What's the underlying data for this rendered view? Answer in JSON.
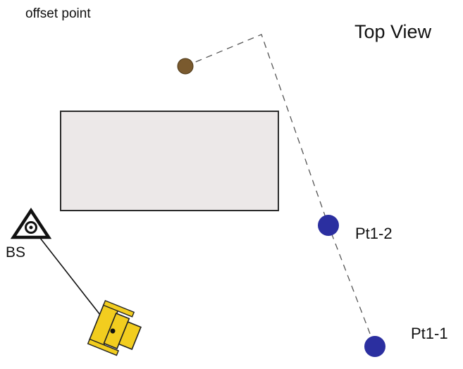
{
  "labels": {
    "offset_point": "offset point",
    "title": "Top View",
    "backsight": "BS",
    "point_1_2": "Pt1-2",
    "point_1_1": "Pt1-1"
  },
  "colors": {
    "building_fill": "#ece8e8",
    "building_stroke": "#2a2a2a",
    "offset_point": "#7a5a2e",
    "survey_points": "#2b2fa0",
    "instrument_body": "#f2cd1f",
    "dashed_line": "#555555"
  },
  "icons": {
    "backsight_marker": "triangle-target-icon",
    "instrument": "total-station-icon"
  }
}
